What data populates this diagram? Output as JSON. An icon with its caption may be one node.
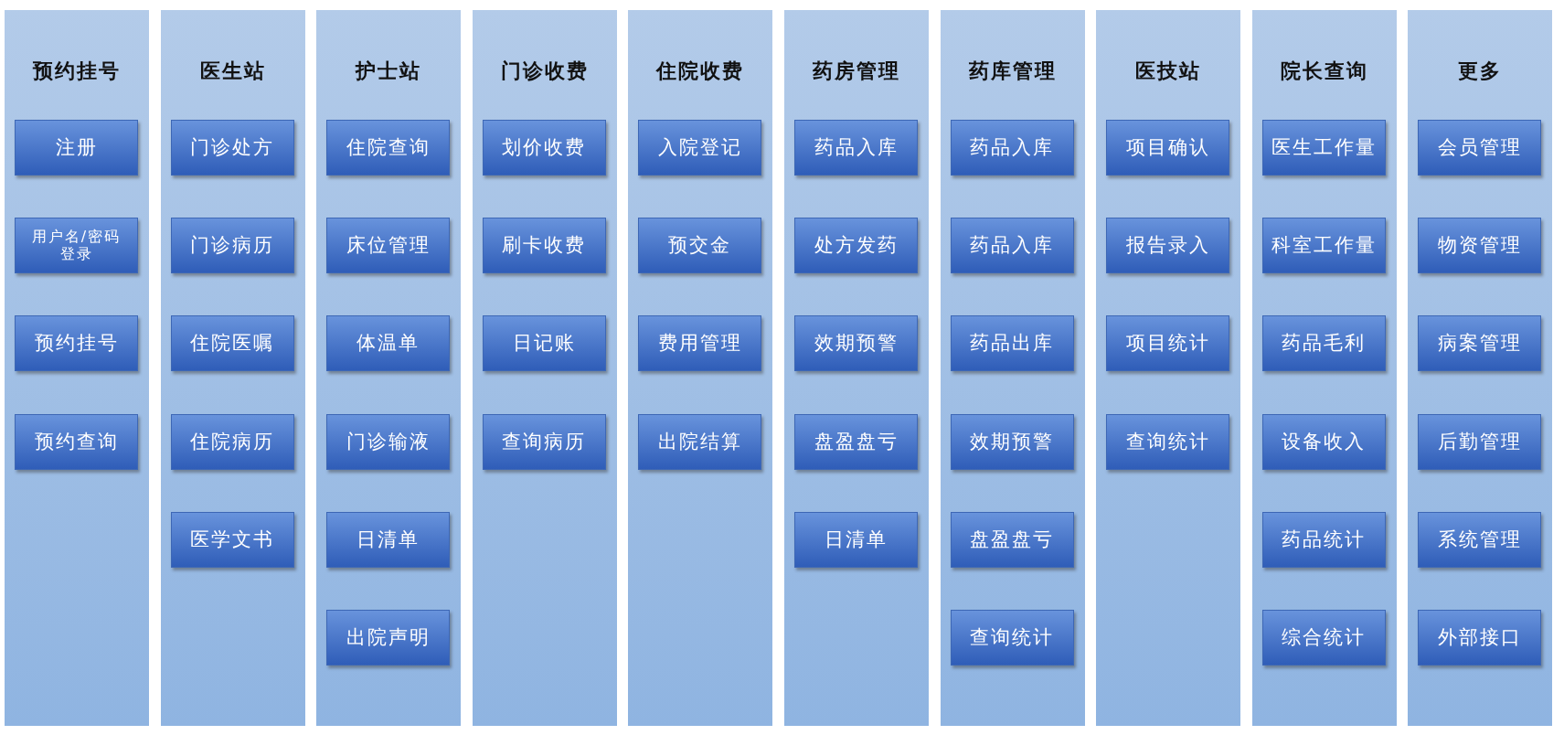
{
  "diagram": {
    "nodes": [
      {
        "text": [
          "预约挂号"
        ]
      },
      {
        "text": [
          "注册"
        ],
        "in": 0
      },
      {
        "text": [
          "用户名/密码登录"
        ],
        "in": 0
      },
      {
        "text": [
          "预约挂号"
        ],
        "in": 0
      },
      {
        "text": [
          "预约查询"
        ],
        "in": 0
      },
      {
        "text": [
          "医生站"
        ]
      },
      {
        "text": [
          "门诊处方"
        ],
        "in": 5
      },
      {
        "text": [
          "门诊病历"
        ],
        "in": 5
      },
      {
        "text": [
          "住院医嘱"
        ],
        "in": 5
      },
      {
        "text": [
          "住院病历"
        ],
        "in": 5
      },
      {
        "text": [
          "医学文书"
        ],
        "in": 5
      },
      {
        "text": [
          "护士站"
        ]
      },
      {
        "text": [
          "住院查询"
        ],
        "in": 11
      },
      {
        "text": [
          "床位管理"
        ],
        "in": 11
      },
      {
        "text": [
          "体温单"
        ],
        "in": 11
      },
      {
        "text": [
          "门诊输液"
        ],
        "in": 11
      },
      {
        "text": [
          "日清单"
        ],
        "in": 11
      },
      {
        "text": [
          "出院声明"
        ],
        "in": 11
      },
      {
        "text": [
          "门诊收费"
        ]
      },
      {
        "text": [
          "划价收费"
        ],
        "in": 18
      },
      {
        "text": [
          "刷卡收费"
        ],
        "in": 18
      },
      {
        "text": [
          "日记账"
        ],
        "in": 18
      },
      {
        "text": [
          "查询病历"
        ],
        "in": 18
      },
      {
        "text": [
          "住院收费"
        ]
      },
      {
        "text": [
          "入院登记"
        ],
        "in": 23
      },
      {
        "text": [
          "预交金"
        ],
        "in": 23
      },
      {
        "text": [
          "费用管理"
        ],
        "in": 23
      },
      {
        "text": [
          "出院结算"
        ],
        "in": 23
      },
      {
        "text": [
          "药房管理"
        ]
      },
      {
        "text": [
          "药品入库"
        ],
        "in": 28
      },
      {
        "text": [
          "处方发药"
        ],
        "in": 28
      },
      {
        "text": [
          "效期预警"
        ],
        "in": 28
      },
      {
        "text": [
          "盘盈盘亏"
        ],
        "in": 28
      },
      {
        "text": [
          "日清单"
        ],
        "in": 28
      },
      {
        "text": [
          "药库管理"
        ]
      },
      {
        "text": [
          "药品入库"
        ],
        "in": 34
      },
      {
        "text": [
          "药品入库"
        ],
        "in": 34
      },
      {
        "text": [
          "药品出库"
        ],
        "in": 34
      },
      {
        "text": [
          "效期预警"
        ],
        "in": 34
      },
      {
        "text": [
          "盘盈盘亏"
        ],
        "in": 34
      },
      {
        "text": [
          "查询统计"
        ],
        "in": 34
      },
      {
        "text": [
          "医技站"
        ]
      },
      {
        "text": [
          "项目确认"
        ],
        "in": 41
      },
      {
        "text": [
          "报告录入"
        ],
        "in": 41
      },
      {
        "text": [
          "项目统计"
        ],
        "in": 41
      },
      {
        "text": [
          "查询统计"
        ],
        "in": 41
      },
      {
        "text": [
          "院长查询"
        ]
      },
      {
        "text": [
          "医生工作量"
        ],
        "in": 46
      },
      {
        "text": [
          "科室工作量"
        ],
        "in": 46
      },
      {
        "text": [
          "药品毛利"
        ],
        "in": 46
      },
      {
        "text": [
          "设备收入"
        ],
        "in": 46
      },
      {
        "text": [
          "药品统计"
        ],
        "in": 46
      },
      {
        "text": [
          "综合统计"
        ],
        "in": 46
      },
      {
        "text": [
          "更多"
        ]
      },
      {
        "text": [
          "会员管理"
        ],
        "in": 53
      },
      {
        "text": [
          "物资管理"
        ],
        "in": 53
      },
      {
        "text": [
          "病案管理"
        ],
        "in": 53
      },
      {
        "text": [
          "后勤管理"
        ],
        "in": 53
      },
      {
        "text": [
          "系统管理"
        ],
        "in": 53
      },
      {
        "text": [
          "外部接口"
        ],
        "in": 53
      }
    ]
  }
}
